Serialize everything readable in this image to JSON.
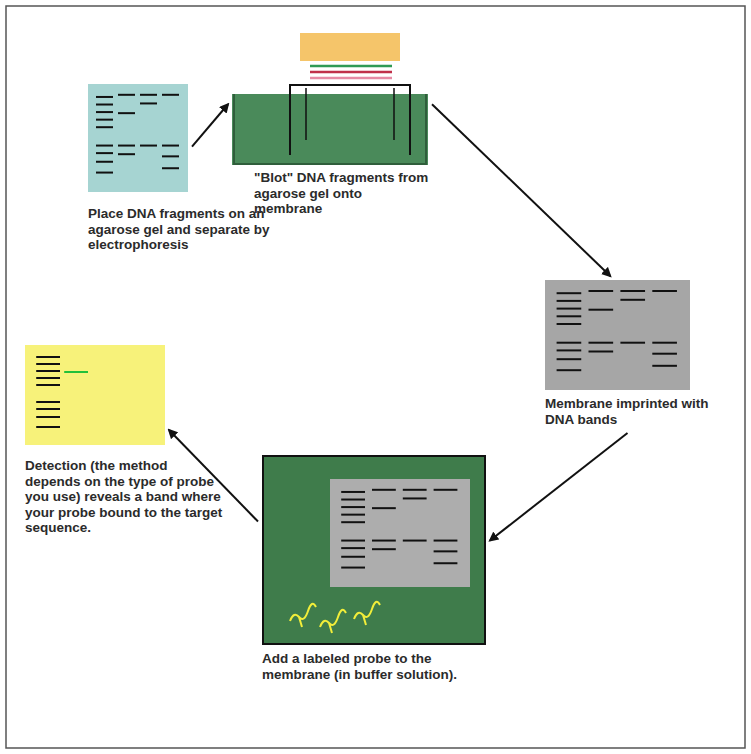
{
  "diagram": {
    "nodes": [
      {
        "text": [
          "Place DNA fragments on an agarose gel and separate by electrophoresis"
        ]
      },
      {
        "text": [
          "\"Blot\" DNA fragments from agarose gel onto membrane"
        ]
      },
      {
        "text": [
          "Membrane imprinted with DNA bands"
        ]
      },
      {
        "text": [
          "Add a labeled probe to the membrane (in buffer solution)."
        ]
      },
      {
        "text": [
          "Detection (the method depends on the type of probe you use) reveals a band where your probe bound to the target sequence."
        ]
      }
    ],
    "edges": [
      {
        "from": 0,
        "to": 1,
        "arrow": "to"
      },
      {
        "from": 1,
        "to": 2,
        "arrow": "to"
      },
      {
        "from": 2,
        "to": 3,
        "arrow": "to"
      },
      {
        "from": 3,
        "to": 4,
        "arrow": "to"
      }
    ]
  }
}
